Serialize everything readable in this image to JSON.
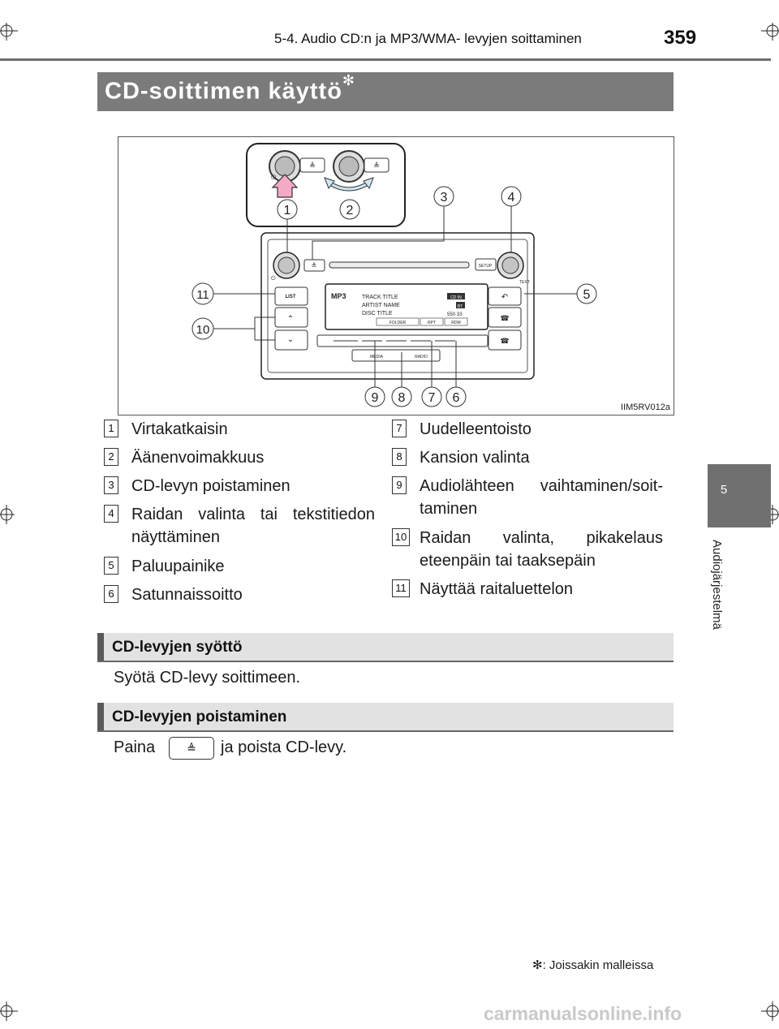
{
  "header": {
    "title": "5-4. Audio CD:n ja MP3/WMA- levyjen soittaminen",
    "page_number": "359"
  },
  "side_tab": {
    "number": "5",
    "label": "Audiojärjestelmä"
  },
  "section": {
    "title": "CD-soittimen käyttö",
    "asterisk": "✻"
  },
  "figure": {
    "code": "IIM5RV012a",
    "screen": {
      "format": "MP3",
      "track": "TRACK TITLE",
      "artist": "ARTIST NAME",
      "disc": "DISC TITLE",
      "badge_top": "CD IN",
      "badge_mid": "BT",
      "time": "550·33",
      "folder": "FOLDER",
      "rpt": "RPT",
      "rdm": "RDM"
    },
    "buttons": {
      "list": "LIST",
      "setup": "SETUP",
      "text": "TEXT",
      "media": "MEDIA",
      "radio": "RADIO"
    },
    "callouts": [
      "1",
      "2",
      "3",
      "4",
      "5",
      "6",
      "7",
      "8",
      "9",
      "10",
      "11"
    ]
  },
  "legend_left": [
    {
      "num": "1",
      "text": "Virtakatkaisin"
    },
    {
      "num": "2",
      "text": "Äänenvoimakkuus"
    },
    {
      "num": "3",
      "text": "CD-levyn poistaminen"
    },
    {
      "num": "4",
      "text": "Raidan valinta tai tekstitiedon näyttäminen"
    },
    {
      "num": "5",
      "text": "Paluupainike"
    },
    {
      "num": "6",
      "text": "Satunnaissoitto"
    }
  ],
  "legend_right": [
    {
      "num": "7",
      "text": "Uudelleentoisto"
    },
    {
      "num": "8",
      "text": "Kansion valinta"
    },
    {
      "num": "9",
      "text": "Audiolähteen vaihtaminen/soit-taminen"
    },
    {
      "num": "10",
      "text": "Raidan valinta, pikakelaus eteenpäin tai taaksepäin"
    },
    {
      "num": "11",
      "text": "Näyttää raitaluettelon"
    }
  ],
  "subsections": [
    {
      "title": "CD-levyjen syöttö",
      "text": "Syötä CD-levy soittimeen."
    },
    {
      "title": "CD-levyjen poistaminen",
      "text_before": "Paina",
      "button_glyph": "≜",
      "text_after": "ja poista CD-levy."
    }
  ],
  "footnote": "✻: Joissakin malleissa",
  "watermark": "carmanualsonline.info"
}
